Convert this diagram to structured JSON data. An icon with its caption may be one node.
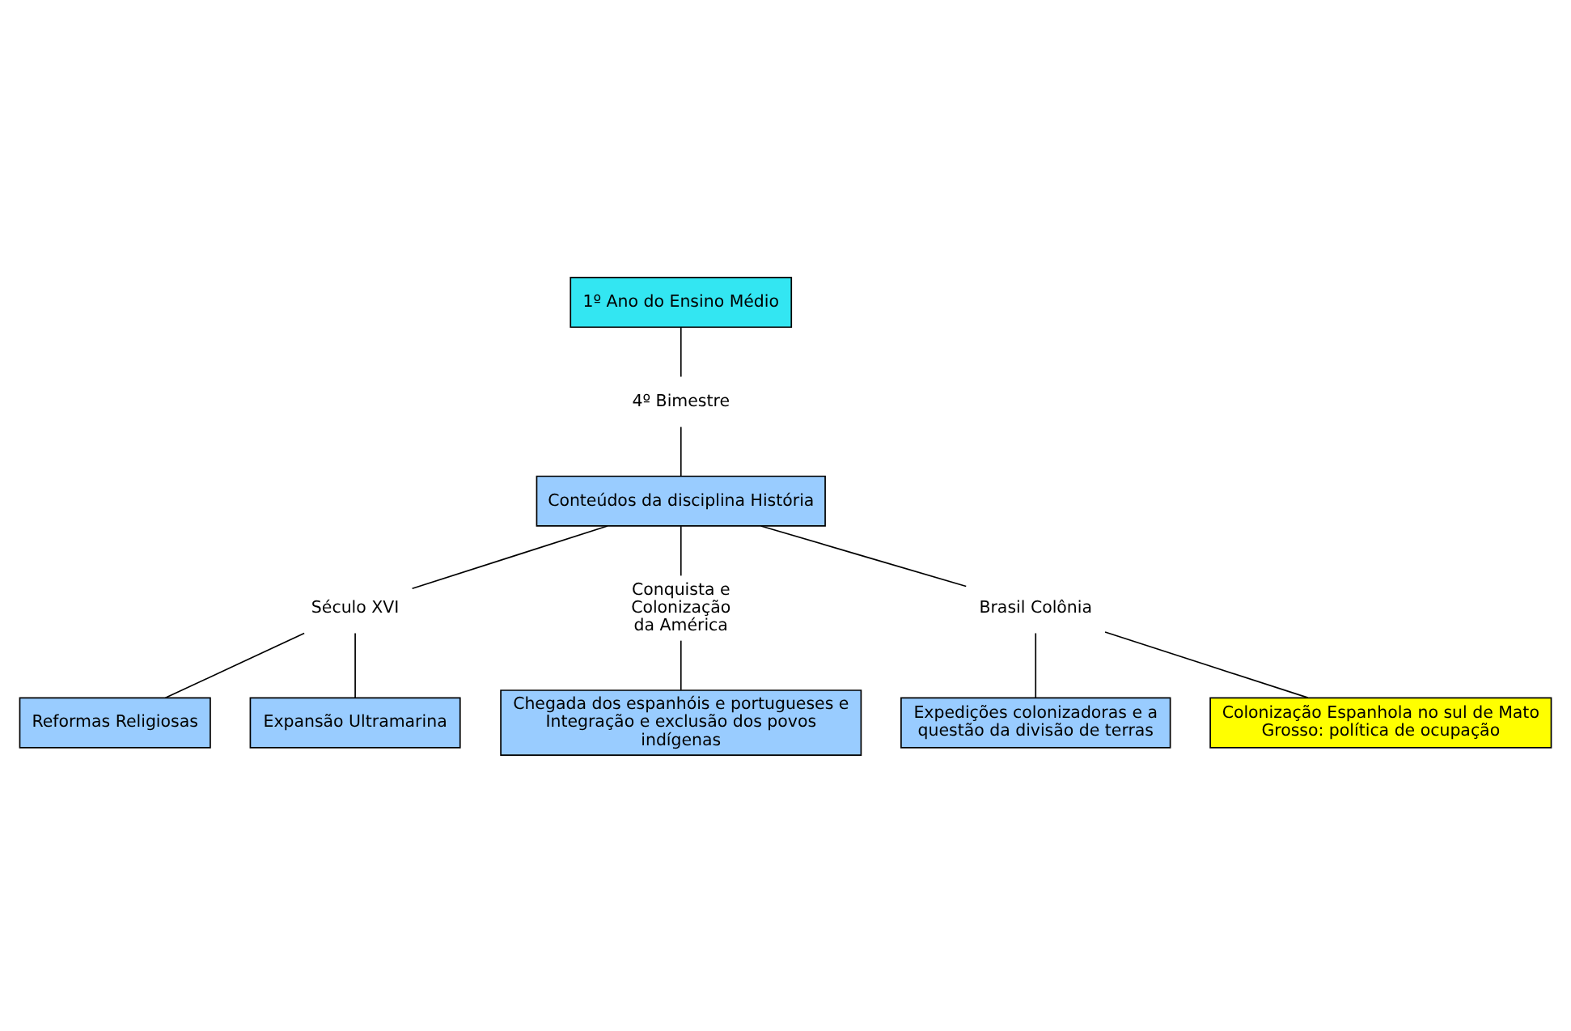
{
  "diagram": {
    "nodes": [
      {
        "text": [
          "1º Ano do Ensino Médio"
        ]
      },
      {
        "text": [
          "4º Bimestre"
        ]
      },
      {
        "text": [
          "Conteúdos da disciplina História"
        ]
      },
      {
        "text": [
          "Século XVI"
        ]
      },
      {
        "text": [
          "Conquista e Colonização da América"
        ]
      },
      {
        "text": [
          "Brasil Colônia"
        ]
      },
      {
        "text": [
          "Reformas Religiosas"
        ]
      },
      {
        "text": [
          "Expansão Ultramarina"
        ]
      },
      {
        "text": [
          "Chegada dos espanhóis e portugueses e Integração e exclusão dos povos indígenas"
        ]
      },
      {
        "text": [
          "Expedições colonizadoras e a questão da divisão de terras"
        ]
      },
      {
        "text": [
          "Colonização Espanhola no sul de Mato Grosso: política de ocupação"
        ]
      }
    ],
    "edges": [
      {
        "from": 0,
        "to": 1,
        "arrow": "none"
      },
      {
        "from": 1,
        "to": 2,
        "arrow": "none"
      },
      {
        "from": 2,
        "to": 3,
        "arrow": "none"
      },
      {
        "from": 2,
        "to": 4,
        "arrow": "none"
      },
      {
        "from": 2,
        "to": 5,
        "arrow": "none"
      },
      {
        "from": 3,
        "to": 6,
        "arrow": "none"
      },
      {
        "from": 3,
        "to": 7,
        "arrow": "none"
      },
      {
        "from": 4,
        "to": 8,
        "arrow": "none"
      },
      {
        "from": 5,
        "to": 9,
        "arrow": "none"
      },
      {
        "from": 5,
        "to": 10,
        "arrow": "none"
      }
    ]
  }
}
